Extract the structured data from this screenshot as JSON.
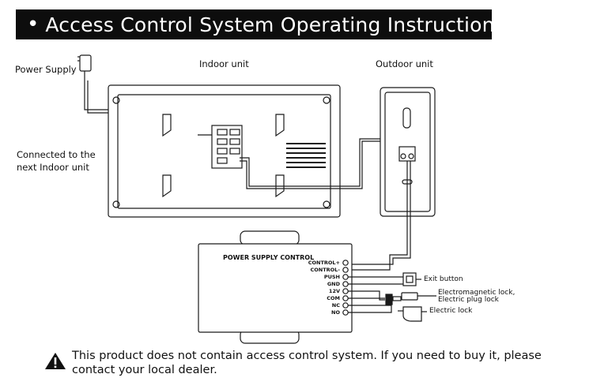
{
  "header": {
    "bullet": "•",
    "title": "Access Control System Operating Instructions"
  },
  "labels": {
    "power_supply": "Power Supply",
    "indoor_unit": "Indoor unit",
    "outdoor_unit": "Outdoor unit",
    "connected_line1": "Connected to the",
    "connected_line2": "next Indoor unit",
    "psc_title": "POWER SUPPLY CONTROL",
    "exit_button": "Exit button",
    "em_lock_line1": "Electromagnetic lock,",
    "em_lock_line2": "Electric plug lock",
    "electric_lock": "Electric lock"
  },
  "terminals": [
    "CONTROL+",
    "CONTROL-",
    "PUSH",
    "GND",
    "12V",
    "COM",
    "NC",
    "NO"
  ],
  "notice": {
    "line1": "This product does not contain access control system. If you need to buy it, please",
    "line2": "contact your local dealer."
  },
  "colors": {
    "title_bar": "#0d0d0d",
    "line": "#1a1a1a"
  }
}
